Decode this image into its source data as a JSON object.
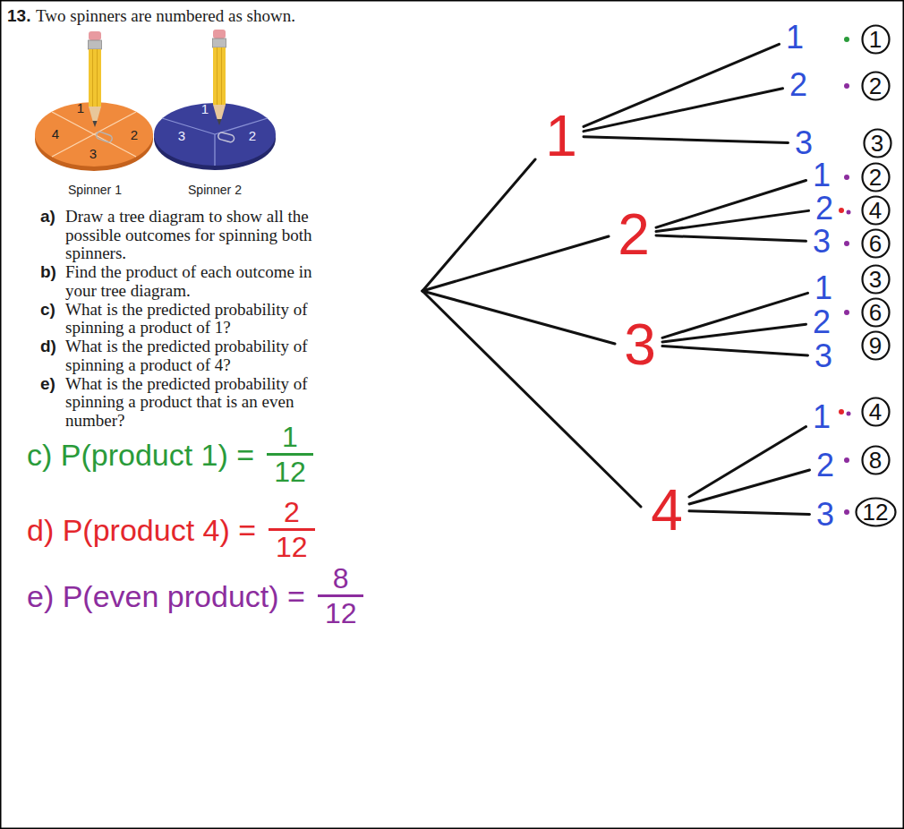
{
  "diagram": {
    "nodes": [
      {
        "text": [
          "1"
        ]
      },
      {
        "text": [
          "2"
        ]
      },
      {
        "text": [
          "3"
        ]
      },
      {
        "text": [
          "4"
        ]
      },
      {
        "text": [
          "1"
        ]
      },
      {
        "text": [
          "2"
        ]
      },
      {
        "text": [
          "3"
        ]
      },
      {
        "text": [
          "1"
        ]
      },
      {
        "text": [
          "2"
        ]
      },
      {
        "text": [
          "3"
        ]
      },
      {
        "text": [
          "1"
        ]
      },
      {
        "text": [
          "2"
        ]
      },
      {
        "text": [
          "3"
        ]
      },
      {
        "text": [
          "1"
        ]
      },
      {
        "text": [
          "2"
        ]
      },
      {
        "text": [
          "3"
        ]
      },
      {
        "text": [
          "1"
        ]
      },
      {
        "text": [
          "2"
        ]
      },
      {
        "text": [
          "3"
        ]
      },
      {
        "text": [
          "2"
        ]
      },
      {
        "text": [
          "4"
        ]
      },
      {
        "text": [
          "6"
        ]
      },
      {
        "text": [
          "3"
        ]
      },
      {
        "text": [
          "6"
        ]
      },
      {
        "text": [
          "9"
        ]
      },
      {
        "text": [
          "4"
        ]
      },
      {
        "text": [
          "8"
        ]
      },
      {
        "text": [
          "12"
        ]
      }
    ],
    "edges": [
      {
        "from": 0,
        "to": 4,
        "arrow": "none"
      },
      {
        "from": 0,
        "to": 5,
        "arrow": "none"
      },
      {
        "from": 0,
        "to": 6,
        "arrow": "none"
      },
      {
        "from": 1,
        "to": 7,
        "arrow": "none"
      },
      {
        "from": 1,
        "to": 8,
        "arrow": "none"
      },
      {
        "from": 1,
        "to": 9,
        "arrow": "none"
      },
      {
        "from": 2,
        "to": 10,
        "arrow": "none"
      },
      {
        "from": 2,
        "to": 11,
        "arrow": "none"
      },
      {
        "from": 2,
        "to": 12,
        "arrow": "none"
      },
      {
        "from": 3,
        "to": 13,
        "arrow": "none"
      },
      {
        "from": 3,
        "to": 14,
        "arrow": "none"
      },
      {
        "from": 3,
        "to": 15,
        "arrow": "none"
      }
    ],
    "labels": [
      "13.",
      "Two spinners are numbered as shown.",
      "1",
      "4",
      "2",
      "3",
      "1",
      "3",
      "2",
      "Spinner 1",
      "Spinner 2",
      "a)",
      "Draw a tree diagram to show all the possible outcomes for spinning both spinners.",
      "b)",
      "Find the product of each outcome in your tree diagram.",
      "c)",
      "What is the predicted probability of spinning a product of 1?",
      "d)",
      "What is the predicted probability of spinning a product of 4?",
      "e)",
      "What is the predicted probability of spinning a product that is an even number?",
      "c) P(product 1) =",
      "1",
      "12",
      "d) P(product 4) =",
      "2",
      "12",
      "e) P(even product) =",
      "8",
      "12"
    ]
  }
}
